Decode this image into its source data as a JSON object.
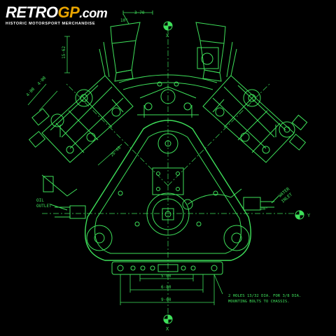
{
  "logo": {
    "retro": "RETRO",
    "gp": "GP",
    "dotcom": ".com",
    "tagline": "HISTORIC MOTORSPORT MERCHANDISE",
    "colors": {
      "retro": "#ffffff",
      "gp": "#e8a400"
    }
  },
  "drawing": {
    "line_color": "#3ee05a",
    "background": "#000000",
    "labels": {
      "angle_top": "3·70",
      "angle_left": "10°",
      "height_dim": "15·62",
      "left_dim_a": "4·00",
      "left_dim_b": "4·00",
      "vee_dim": "26·40",
      "oil_outlet_line1": "OIL",
      "oil_outlet_line2": "OUTLET",
      "water_inlet_line1": "WATER",
      "water_inlet_line2": "INLET",
      "angle_right": "30°",
      "axis_x_top": "X",
      "axis_x_bottom": "X",
      "axis_y": "Y",
      "dim_1": "5·00",
      "dim_2": "6·80",
      "dim_3": "9·00",
      "note_line1": "2 HOLES 13/32 DIA. FOR 3/8 DIA.",
      "note_line2": "MOUNTING BOLTS TO CHASSIS."
    }
  }
}
